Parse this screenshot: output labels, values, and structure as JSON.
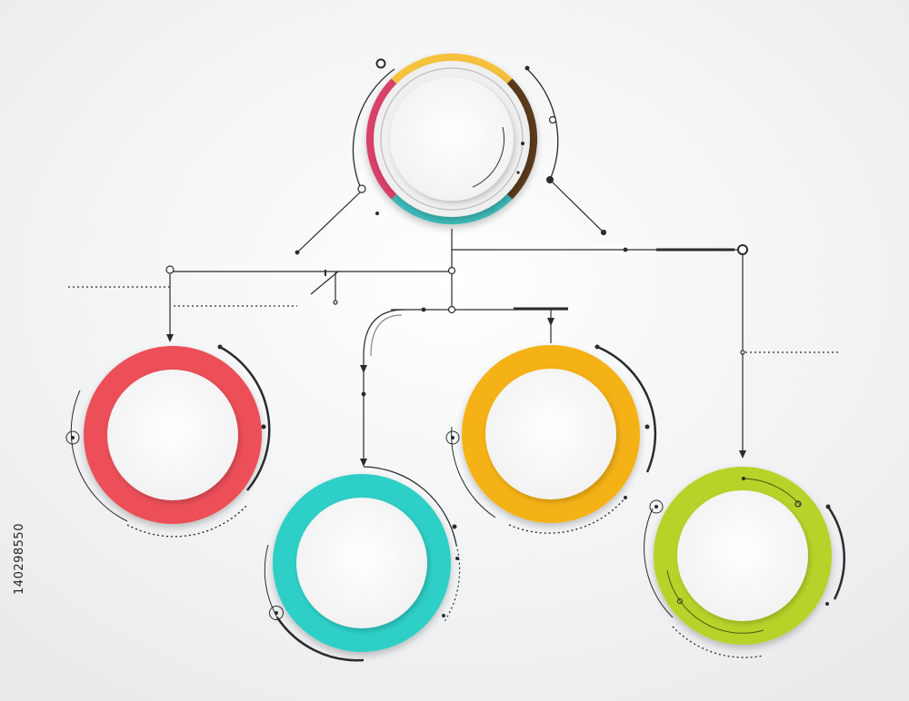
{
  "colors": {
    "background": "#f3f4f5",
    "line": "#2b2b2b",
    "top_ring_yellow": "#f6c23e",
    "top_ring_brown": "#5b3a1c",
    "top_ring_teal": "#3cb8b6",
    "top_ring_pink": "#d9406a",
    "red": "#ec4f59",
    "teal": "#2fcfc7",
    "orange": "#f5b217",
    "lime": "#b7d32a"
  },
  "nodes": [
    {
      "id": "top",
      "color_key": "top_ring",
      "icon": "segmented-ring"
    },
    {
      "id": "red",
      "color_key": "red",
      "icon": "ring"
    },
    {
      "id": "teal",
      "color_key": "teal",
      "icon": "ring"
    },
    {
      "id": "orange",
      "color_key": "orange",
      "icon": "ring"
    },
    {
      "id": "lime",
      "color_key": "lime",
      "icon": "ring"
    }
  ],
  "stock_id": "140298550"
}
